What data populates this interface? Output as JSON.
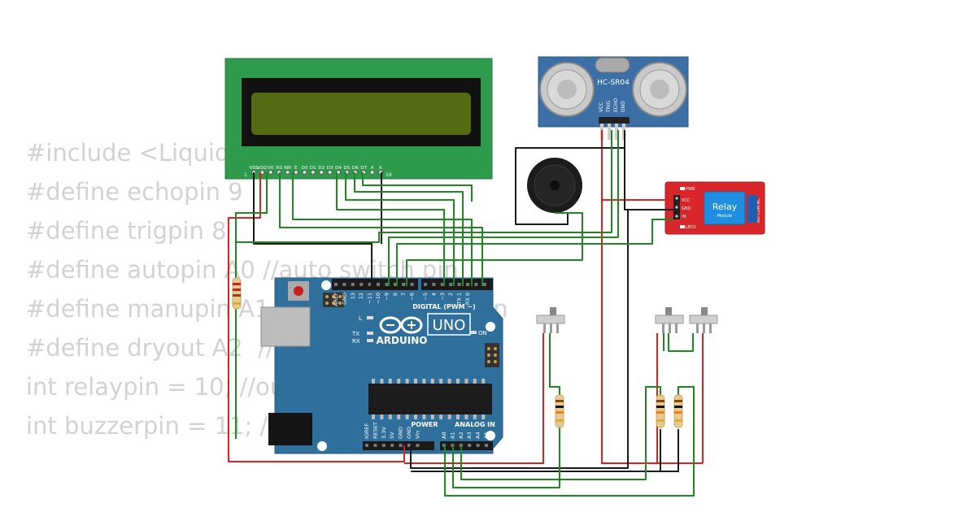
{
  "code_lines": [
    "#include <LiquidCrystal.h>",
    "#define echopin 9",
    "#define trigpin 8",
    "#define autopin A0 //auto switch pin",
    "#define manupin A1 //manual switch pin",
    "#define dryout A2  //",
    "int relaypin = 10; //output",
    "int buzzerpin = 11; //"
  ],
  "lcd": {
    "pins": [
      "VSS",
      "VDD",
      "V0",
      "RS",
      "RW",
      "E",
      "D0",
      "D1",
      "D2",
      "D3",
      "D4",
      "D5",
      "D6",
      "D7",
      "A",
      "K"
    ],
    "pin_first": "1",
    "pin_last": "16"
  },
  "sensor": {
    "name": "HC-SR04",
    "pins": [
      "VCC",
      "TRIG",
      "ECHO",
      "GND"
    ]
  },
  "relay": {
    "title": "Relay",
    "subtitle": "Module",
    "pins": [
      "VCC",
      "GND",
      "IN"
    ],
    "pwr_label": "PWR",
    "led_label": "LED1",
    "terminals": "NO COM NC"
  },
  "arduino": {
    "brand": "ARDUINO",
    "model": "UNO",
    "digital_label": "DIGITAL (PWM ~)",
    "power_label": "POWER",
    "analog_label": "ANALOG IN",
    "on_label": "ON",
    "tx_label": "TX",
    "rx_label": "RX",
    "l_label": "L",
    "digital_pins": [
      "AREF",
      "GND",
      "13",
      "12",
      "~11",
      "~10",
      "~9",
      "8",
      "7",
      "~6",
      "~5",
      "4",
      "~3",
      "2",
      "TX 1",
      "RX 0"
    ],
    "power_pins": [
      "IOREF",
      "RESET",
      "3.3V",
      "5V",
      "GND",
      "GND",
      "Vin"
    ],
    "analog_pins": [
      "A0",
      "A1",
      "A2",
      "A3",
      "A4",
      "A5"
    ]
  },
  "colors": {
    "board": "#2f6f9c",
    "lcd_pcb": "#2d9a4c",
    "lcd_screen": "#556b12",
    "sensor": "#3b6fa5",
    "relay_pcb": "#d8262a",
    "wire_red": "#e0201c",
    "wire_green": "#1d8a1d",
    "wire_black": "#1a1a1a"
  }
}
